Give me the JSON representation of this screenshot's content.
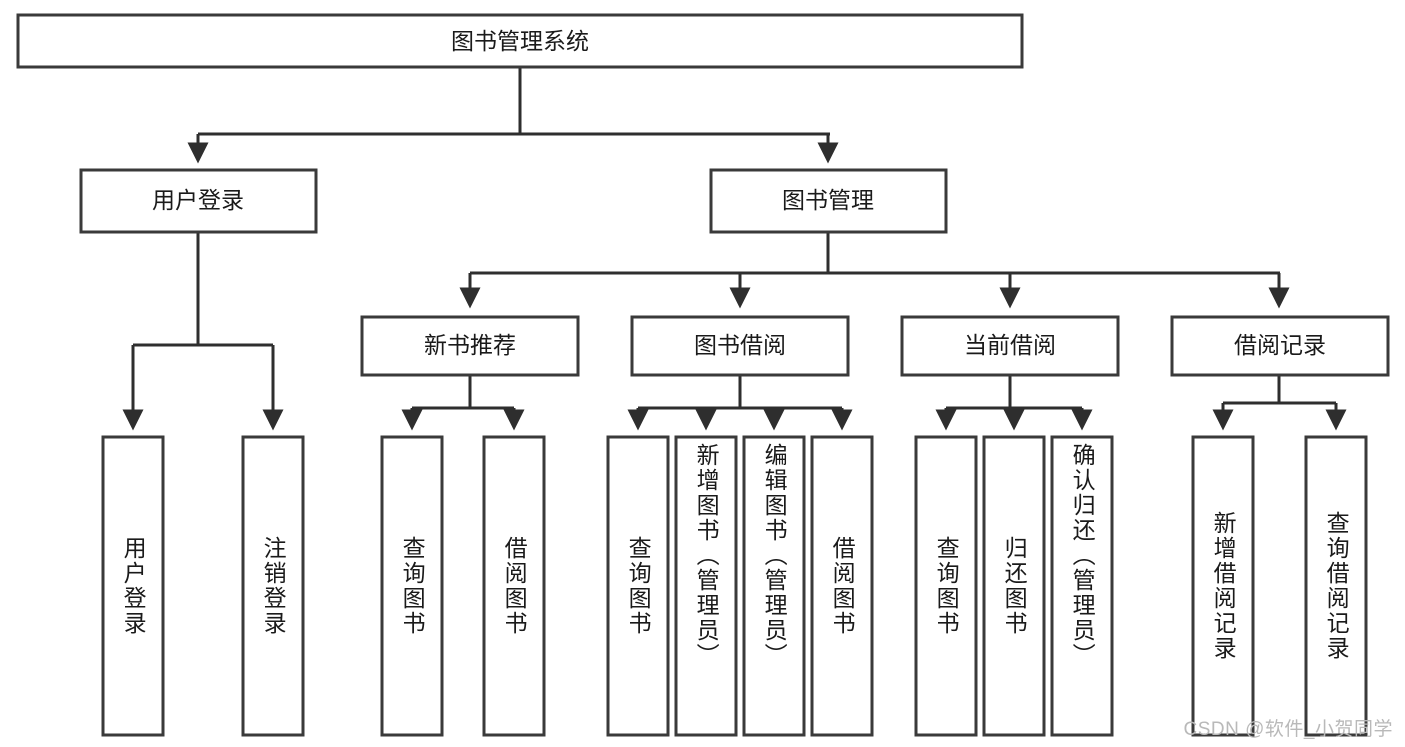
{
  "diagram": {
    "type": "tree",
    "title": "图书管理系统",
    "watermark": "CSDN @软件_小贺同学",
    "root": {
      "id": "root",
      "label": "图书管理系统"
    },
    "level2": [
      {
        "id": "user-login",
        "label": "用户登录"
      },
      {
        "id": "book-management",
        "label": "图书管理"
      }
    ],
    "level3": [
      {
        "id": "new-book-recommend",
        "label": "新书推荐",
        "parent": "book-management"
      },
      {
        "id": "book-borrow",
        "label": "图书借阅",
        "parent": "book-management"
      },
      {
        "id": "current-borrow",
        "label": "当前借阅",
        "parent": "book-management"
      },
      {
        "id": "borrow-record",
        "label": "借阅记录",
        "parent": "book-management"
      }
    ],
    "leaves": [
      {
        "id": "leaf-user-login",
        "label": "用户登录",
        "parent": "user-login"
      },
      {
        "id": "leaf-logout-login",
        "label": "注销登录",
        "parent": "user-login"
      },
      {
        "id": "leaf-query-book-1",
        "label": "查询图书",
        "parent": "new-book-recommend"
      },
      {
        "id": "leaf-borrow-book-1",
        "label": "借阅图书",
        "parent": "new-book-recommend"
      },
      {
        "id": "leaf-query-book-2",
        "label": "查询图书",
        "parent": "book-borrow"
      },
      {
        "id": "leaf-add-book",
        "label": "新增图书（管理员）",
        "parent": "book-borrow"
      },
      {
        "id": "leaf-edit-book",
        "label": "编辑图书（管理员）",
        "parent": "book-borrow"
      },
      {
        "id": "leaf-borrow-book-2",
        "label": "借阅图书",
        "parent": "book-borrow"
      },
      {
        "id": "leaf-query-book-3",
        "label": "查询图书",
        "parent": "current-borrow"
      },
      {
        "id": "leaf-return-book",
        "label": "归还图书",
        "parent": "current-borrow"
      },
      {
        "id": "leaf-confirm-return",
        "label": "确认归还（管理员）",
        "parent": "current-borrow"
      },
      {
        "id": "leaf-add-record",
        "label": "新增借阅记录",
        "parent": "borrow-record"
      },
      {
        "id": "leaf-query-record",
        "label": "查询借阅记录",
        "parent": "borrow-record"
      }
    ],
    "colors": {
      "box_stroke": "#3a3a3a",
      "connector": "#2e2e2e",
      "text": "#1a1a1a",
      "background": "#ffffff",
      "watermark": "#b9b9b9"
    }
  }
}
